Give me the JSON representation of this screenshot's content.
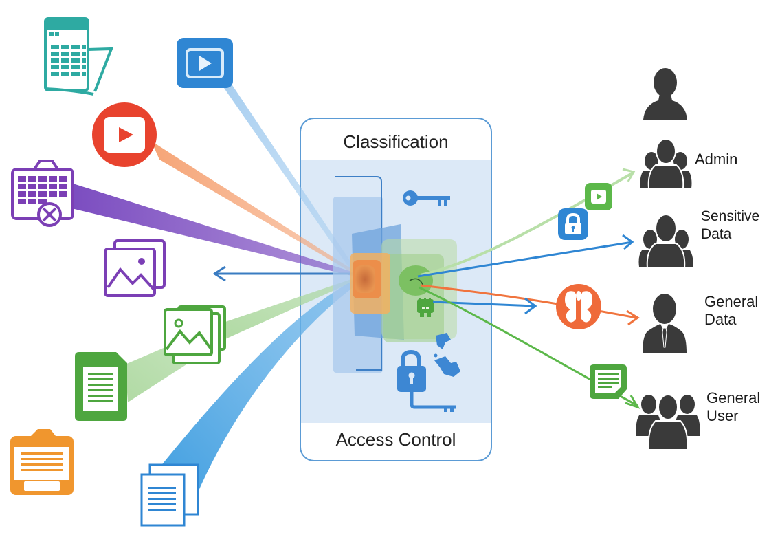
{
  "diagram": {
    "panel": {
      "top_label": "Classification",
      "bottom_label": "Access Control",
      "border_color": "#5b9bd5",
      "fill_color": "#dbe8f6"
    },
    "sources": [
      {
        "name": "spreadsheet-document",
        "icon": "spreadsheet-icon",
        "color": "#2eaaa2"
      },
      {
        "name": "video-tile",
        "icon": "video-player-icon",
        "color": "#2f86d3"
      },
      {
        "name": "video-circle",
        "icon": "video-play-icon",
        "color": "#e8432e"
      },
      {
        "name": "calendar-blocked",
        "icon": "calendar-blocked-icon",
        "color": "#7b3fb5"
      },
      {
        "name": "image-gallery-purple",
        "icon": "image-gallery-icon",
        "color": "#7b3fb5"
      },
      {
        "name": "image-gallery-green",
        "icon": "image-gallery-icon",
        "color": "#4ea63f"
      },
      {
        "name": "text-document-green",
        "icon": "text-document-icon",
        "color": "#4ea63f"
      },
      {
        "name": "briefcase-document",
        "icon": "briefcase-icon",
        "color": "#f0962e"
      },
      {
        "name": "stacked-documents",
        "icon": "stacked-documents-icon",
        "color": "#2f86d3"
      }
    ],
    "outputs": [
      {
        "label": "Admin",
        "icon": "user-group-icon",
        "token": "video-badge-icon"
      },
      {
        "label": "Sensitive Data",
        "line1": "Sensitive",
        "line2": "Data",
        "icon": "user-group-icon",
        "token": "lock-badge-icon"
      },
      {
        "label": "General Data",
        "line1": "General",
        "line2": "Data",
        "icon": "businessman-icon",
        "token": "split-circle-icon"
      },
      {
        "label": "General User",
        "line1": "General",
        "line2": "User",
        "icon": "user-group-icon",
        "token": "note-badge-icon"
      }
    ],
    "top_user": {
      "icon": "single-user-icon"
    },
    "colors": {
      "blue": "#2f86d3",
      "orange": "#f0743e",
      "purple": "#7b3fb5",
      "green": "#5cb84a",
      "teal": "#2eaaa2",
      "red": "#e8432e",
      "dark": "#3a3a3a"
    }
  }
}
